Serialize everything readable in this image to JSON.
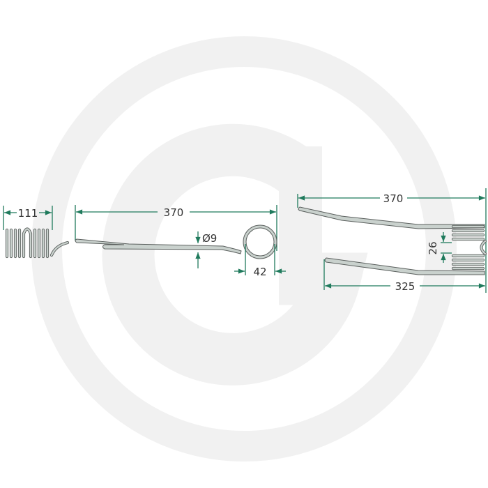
{
  "watermark": {
    "kind": "logo",
    "icon": "g-circle-logo",
    "color": "#f1f1f1"
  },
  "colors": {
    "dimension": "#1f7a5c",
    "spring_fill": "#c9d1cd",
    "spring_outline": "#5a5f5d"
  },
  "views": {
    "side": {
      "width_label": "111"
    },
    "front": {
      "length_label": "370",
      "wire_diameter_label": "Ø9",
      "coil_diameter_label": "42"
    },
    "top": {
      "upper_length_label": "370",
      "lower_length_label": "325",
      "gap_label": "26"
    }
  }
}
